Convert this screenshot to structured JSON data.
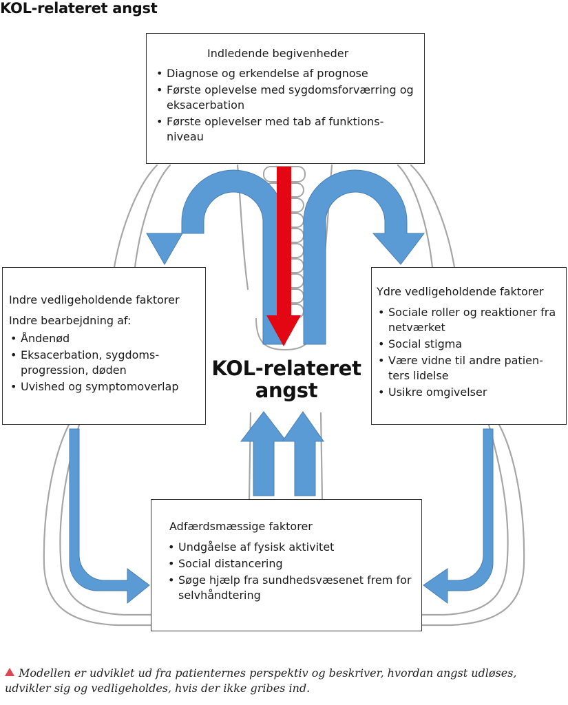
{
  "title": "KOL-relateret angst",
  "center_label": "KOL-relateret angst",
  "boxes": {
    "top": {
      "heading": "Indledende begivenheder",
      "items": [
        "Diagnose og erkendelse af prognose",
        "Første oplevelse med sygdomsforværring og eksacerbation",
        "Første oplevelser med tab af funktions-niveau"
      ]
    },
    "left": {
      "heading": "Indre vedligeholdende faktorer",
      "subheading": "Indre bearbejdning af:",
      "items": [
        "Åndenød",
        "Eksacerbation, sygdoms-progression, døden",
        "Uvished og symptomoverlap"
      ]
    },
    "right": {
      "heading": "Ydre vedligeholdende faktorer",
      "items": [
        "Sociale roller og reaktioner fra netværket",
        "Social stigma",
        "Være vidne til andre patien-ters lidelse",
        "Usikre omgivelser"
      ]
    },
    "bottom": {
      "heading": "Adfærdsmæssige faktorer",
      "items": [
        "Undgåelse af fysisk aktivitet",
        "Social distancering",
        "Søge hjælp fra sundhedsvæsenet frem for selvhåndtering"
      ]
    }
  },
  "caption": "Modellen er udviklet ud fra patienternes perspektiv og beskriver, hvordan angst udløses, udvikler sig og vedligeholdes, hvis der ikke gribes ind.",
  "colors": {
    "arrow_blue": "#5b9bd5",
    "arrow_red": "#e30613",
    "outline_gray": "#a6a6a6",
    "caption_marker": "#e0464f"
  },
  "icons": {
    "caption_marker": "red-triangle-icon"
  }
}
